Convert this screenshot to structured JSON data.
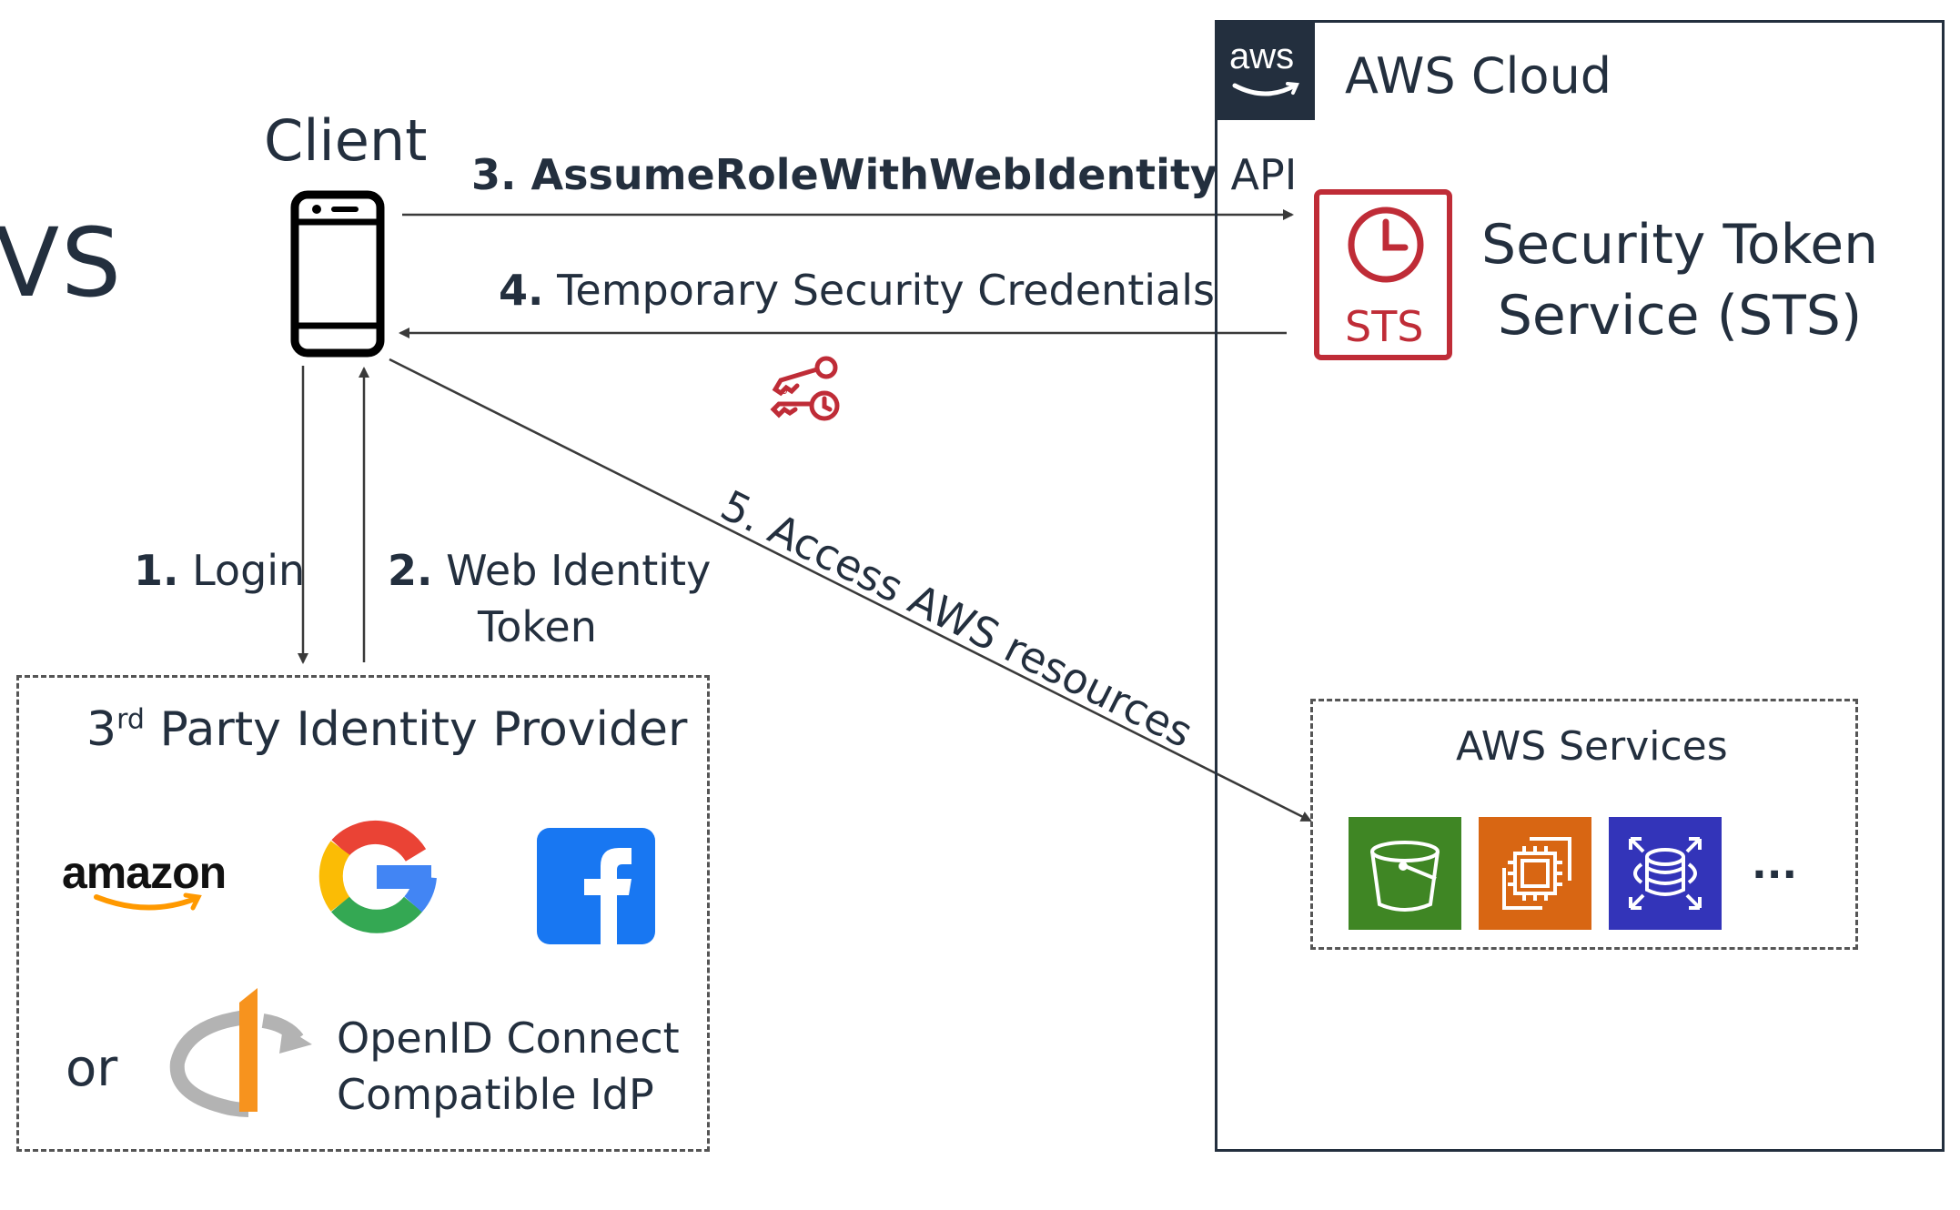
{
  "partial_title": "VS",
  "client_label": "Client",
  "steps": {
    "s1": {
      "num": "1.",
      "text": " Login"
    },
    "s2": {
      "num": "2.",
      "text_line1": " Web Identity",
      "text_line2": "Token"
    },
    "s3": {
      "num": "3.",
      "bold": " AssumeRoleWithWebIdentity",
      "text": " API"
    },
    "s4": {
      "num": "4.",
      "text": " Temporary Security Credentials"
    },
    "s5": {
      "text": "5. Access AWS resources"
    }
  },
  "aws_cloud": {
    "logo_text": "aws",
    "title": "AWS Cloud",
    "sts": {
      "badge": "STS",
      "name_line1": "Security Token",
      "name_line2": "Service (STS)"
    },
    "services": {
      "title": "AWS Services",
      "more": "...",
      "icons": [
        "s3-bucket-icon",
        "ec2-compute-icon",
        "rds-database-icon"
      ]
    }
  },
  "idp": {
    "title_prefix": "3",
    "title_sup": "rd",
    "title_rest": " Party Identity Provider",
    "amazon": "amazon",
    "or": "or",
    "openid_line1": "OpenID Connect",
    "openid_line2": "Compatible IdP"
  },
  "colors": {
    "dark": "#232f3e",
    "sts_red": "#bf2c37",
    "s3_green": "#3f8624",
    "ec2_orange": "#d86613",
    "rds_blue": "#3334b9",
    "facebook_blue": "#1877f2",
    "amazon_orange": "#ff9900",
    "openid_orange": "#f7931e",
    "openid_gray": "#b3b3b3"
  }
}
